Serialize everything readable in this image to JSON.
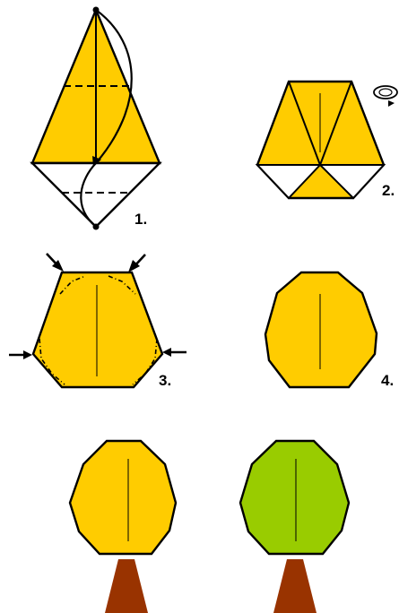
{
  "colors": {
    "paper_front": "#FFCC00",
    "paper_back": "#FFFFFF",
    "foliage_green": "#99CC00",
    "trunk": "#993300",
    "outline": "#000000"
  },
  "steps": [
    {
      "label": "1.",
      "description_icon": "fold-kite-diagram"
    },
    {
      "label": "2.",
      "description_icon": "turn-over-icon"
    },
    {
      "label": "3.",
      "description_icon": "push-arrows-diagram"
    },
    {
      "label": "4.",
      "description_icon": "octagon-crown-diagram"
    }
  ],
  "results": [
    {
      "name": "yellow-tree",
      "foliage_color": "#FFCC00"
    },
    {
      "name": "green-tree",
      "foliage_color": "#99CC00"
    }
  ]
}
